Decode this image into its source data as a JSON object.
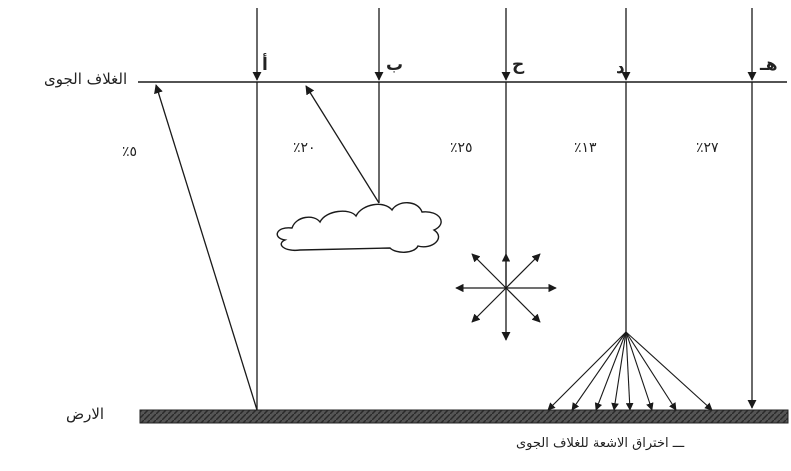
{
  "labels": {
    "atmosphere": "الغلاف الجوى",
    "ground": "الارض",
    "caption": "ـــ اختراق الاشعة للغلاف الجوى"
  },
  "rays": [
    {
      "letter": "أ",
      "percent": "٪٥"
    },
    {
      "letter": "ب",
      "percent": "٪٢٠"
    },
    {
      "letter": "ح",
      "percent": "٪٢٥"
    },
    {
      "letter": "د",
      "percent": "٪١٣"
    },
    {
      "letter": "هـ",
      "percent": "٪٢٧"
    }
  ],
  "colors": {
    "ink": "#1a1a1a",
    "ground": "#444444",
    "background": "#ffffff"
  }
}
